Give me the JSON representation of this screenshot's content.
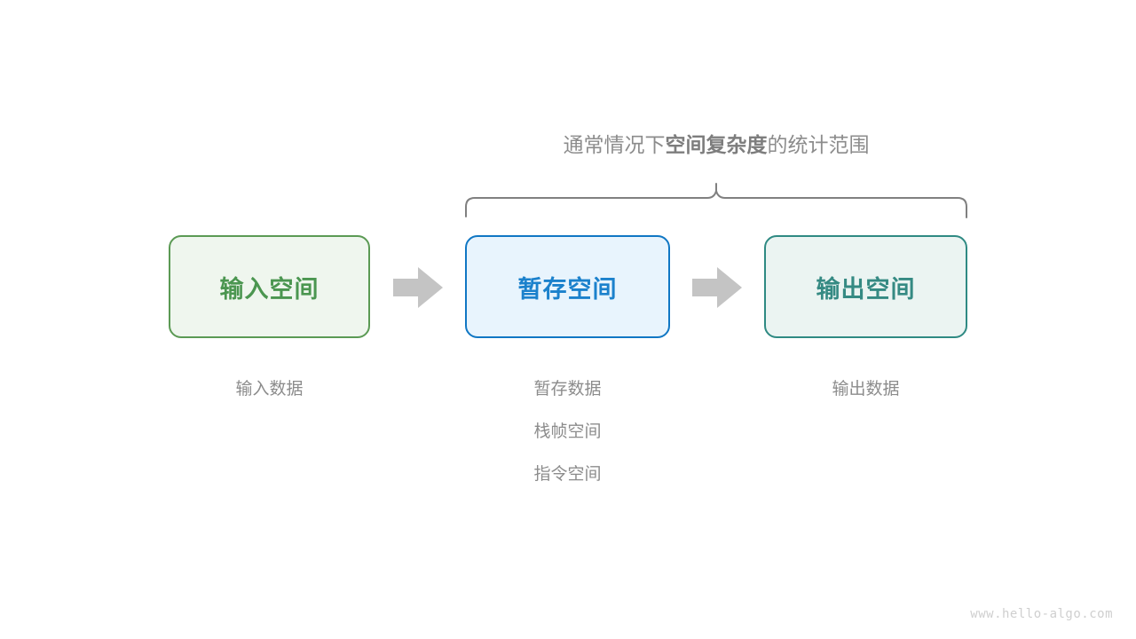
{
  "diagram": {
    "scope_note": {
      "prefix": "通常情况下",
      "emphasis": "空间复杂度",
      "suffix": "的统计范围",
      "color": "#8c8c8c"
    },
    "brace": {
      "name": "scope-brace",
      "color": "#808080"
    },
    "stages": [
      {
        "id": "input",
        "label": "输入空间",
        "border_color": "#5b9a54",
        "fill_color": "#eff6ee",
        "text_color": "#4b9650",
        "captions": [
          "输入数据"
        ]
      },
      {
        "id": "buffer",
        "label": "暂存空间",
        "border_color": "#1077c4",
        "fill_color": "#e8f4fd",
        "text_color": "#1b81cc",
        "captions": [
          "暂存数据",
          "栈帧空间",
          "指令空间"
        ]
      },
      {
        "id": "output",
        "label": "输出空间",
        "border_color": "#2f8a83",
        "fill_color": "#ebf4f2",
        "text_color": "#358a83",
        "captions": [
          "输出数据"
        ]
      }
    ],
    "arrows": [
      {
        "id": "arrow-input-to-buffer",
        "color": "#c4c4c4"
      },
      {
        "id": "arrow-buffer-to-output",
        "color": "#c4c4c4"
      }
    ],
    "watermark": "www.hello-algo.com"
  }
}
